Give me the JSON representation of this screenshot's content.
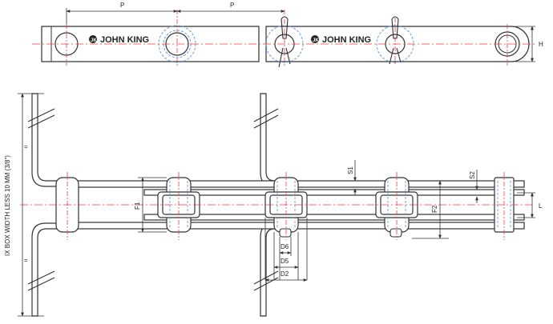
{
  "brand": {
    "name": "JOHN KING",
    "logo_icon": "jk-logo-icon"
  },
  "dimensions": {
    "pitch": "P",
    "height": "H",
    "f1": "F1",
    "f2": "F2",
    "s1": "S1",
    "s2": "S2",
    "l": "L",
    "d6": "D6",
    "d5": "D5",
    "d2": "D2",
    "equal": "="
  },
  "side_label": "IX BOX WIDTH LESS 10 MM (3/8\")",
  "colors": {
    "line": "#333333",
    "centerline": "#e0404a",
    "bushing": "#6a9bd8",
    "plate_fill": "#ffffff"
  }
}
